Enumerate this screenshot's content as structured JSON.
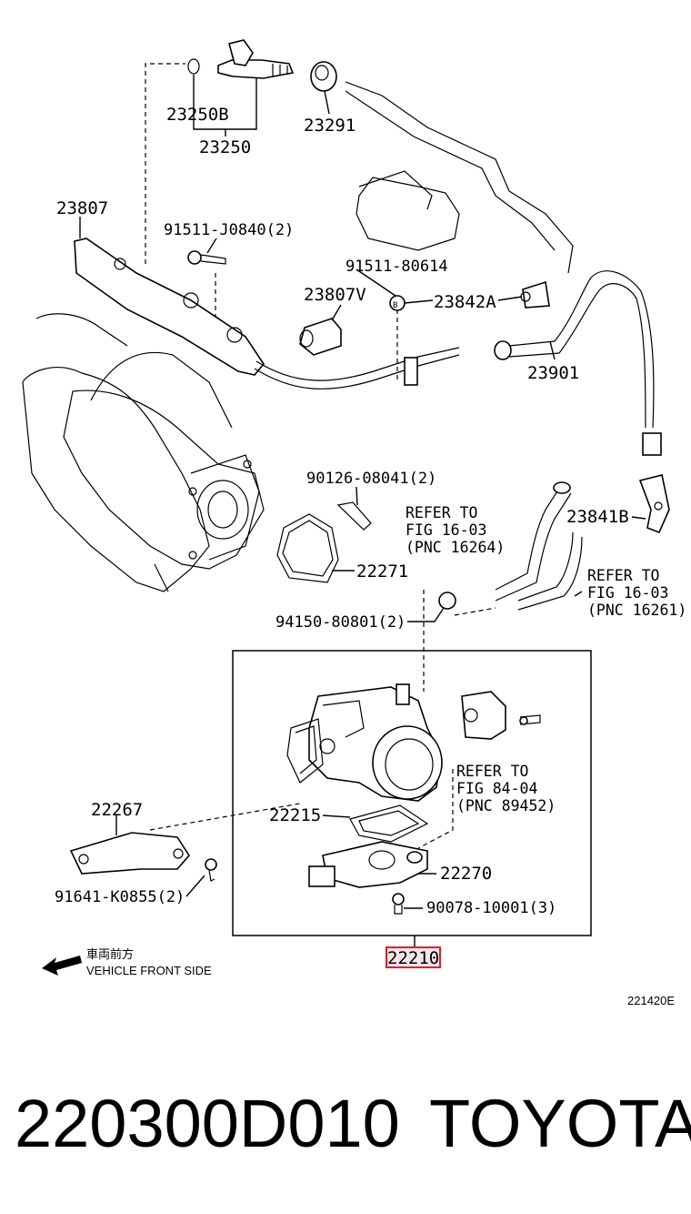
{
  "diagram": {
    "labels": {
      "p23250B": "23250B",
      "p23250": "23250",
      "p23291": "23291",
      "p23807": "23807",
      "p91511J": "91511-J0840(2)",
      "p915118": "91511-80614",
      "p23807V": "23807V",
      "p23842A": "23842A",
      "p23901": "23901",
      "p90126": "90126-08041(2)",
      "p22271": "22271",
      "p23841B": "23841B",
      "p94150": "94150-80801(2)",
      "p22267": "22267",
      "p22215": "22215",
      "p91641": "91641-K0855(2)",
      "p22270": "22270",
      "p90078": "90078-10001(3)",
      "p22210": "22210",
      "fig_code": "221420E"
    },
    "refs": [
      {
        "line1": "REFER TO",
        "line2": "FIG 16-03",
        "line3": "(PNC 16264)"
      },
      {
        "line1": "REFER TO",
        "line2": "FIG 16-03",
        "line3": "(PNC 16261)"
      },
      {
        "line1": "REFER TO",
        "line2": "FIG 84-04",
        "line3": "(PNC 89452)"
      }
    ],
    "front": {
      "jp": "車両前方",
      "en": "VEHICLE FRONT SIDE"
    },
    "highlight_color": "#e0202a"
  },
  "caption": {
    "part_number": "220300D010",
    "brand": "TOYOTA"
  }
}
